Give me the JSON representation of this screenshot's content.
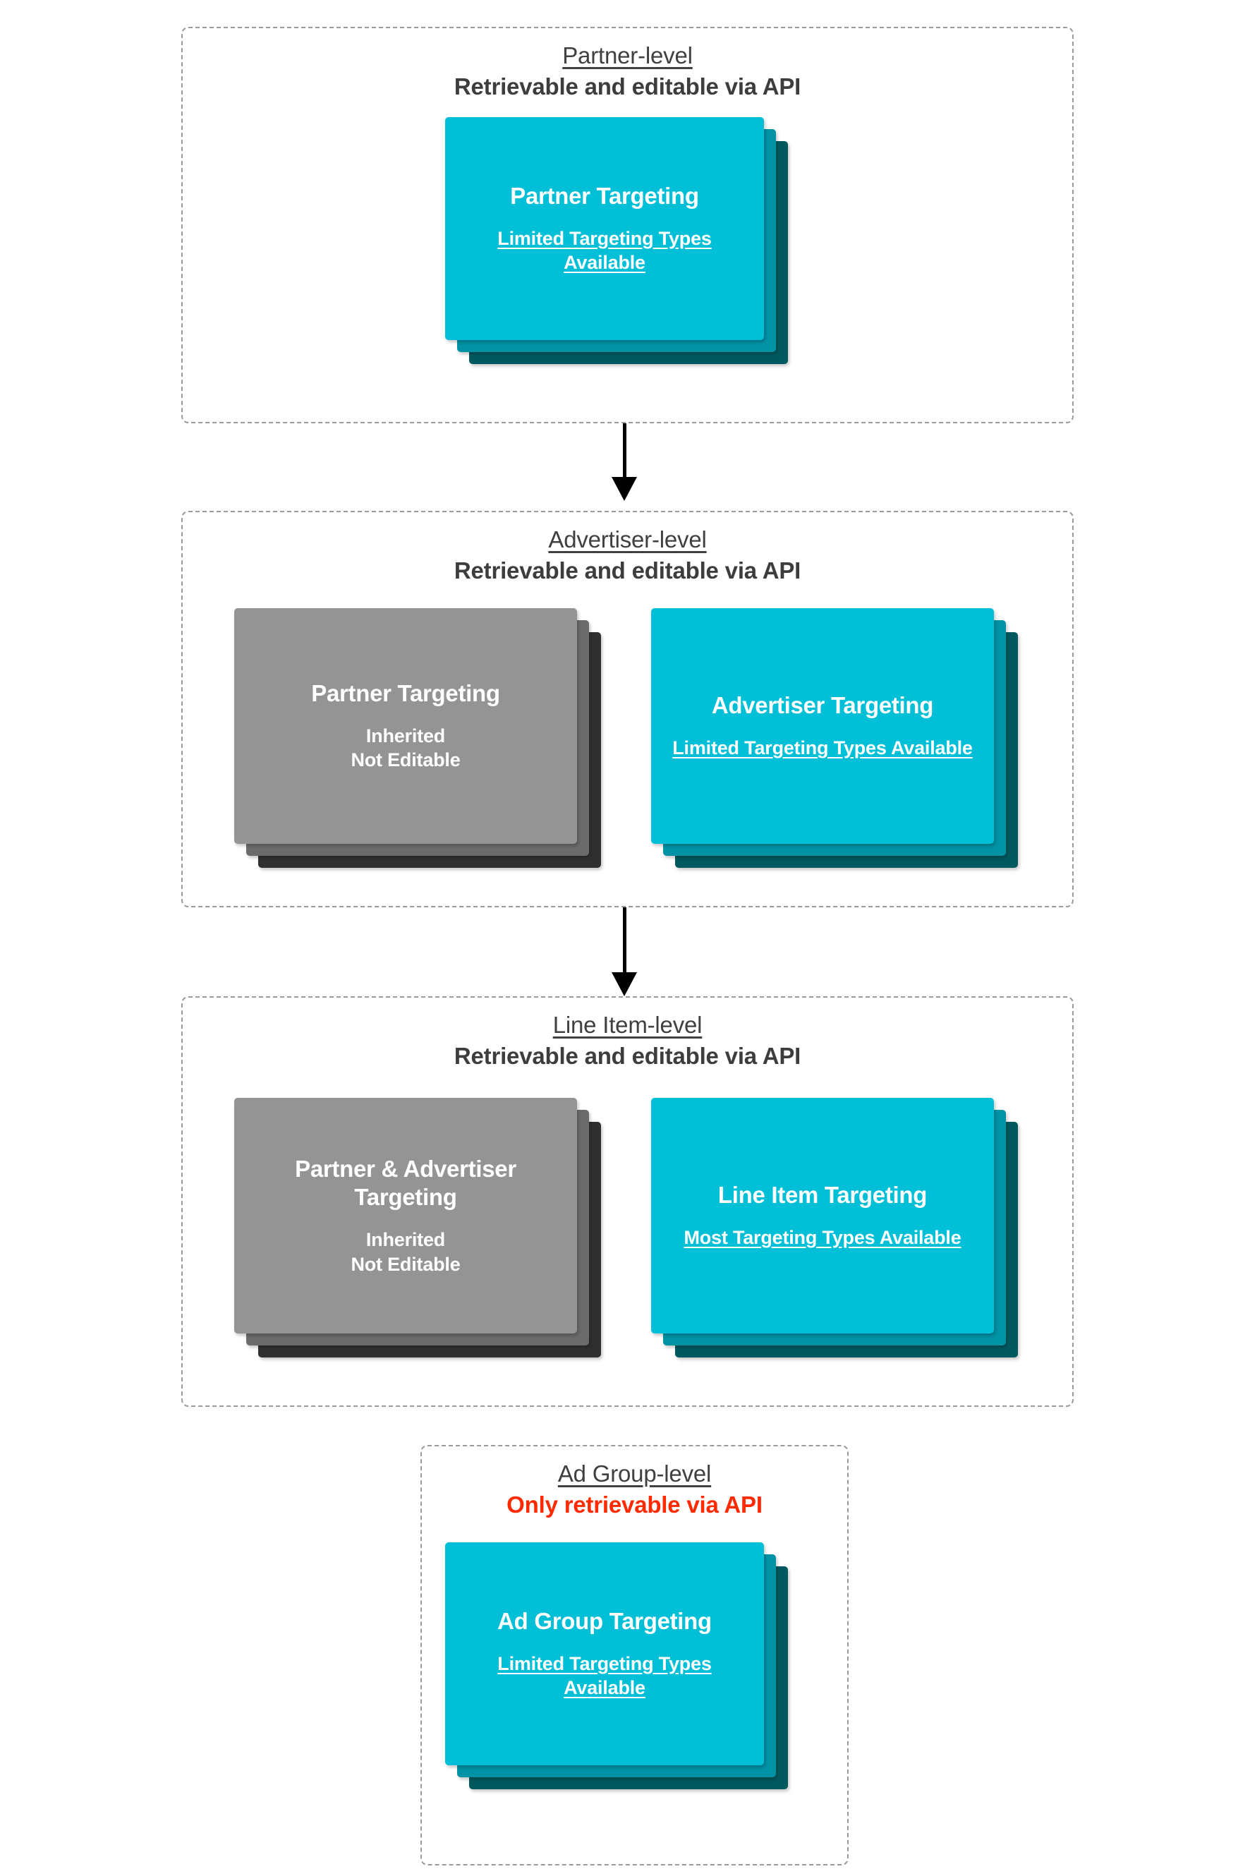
{
  "diagram": {
    "title": "DV360 Targeting Inheritance Hierarchy",
    "colors": {
      "cyan_front": "#00BFD6",
      "cyan_mid": "#0093A6",
      "cyan_back": "#00595F",
      "grey_front": "#949494",
      "grey_mid": "#6B6B6B",
      "grey_back": "#303030",
      "heading_text": "#404040",
      "alert_text": "#FF2A00",
      "dashed_border": "#9A9A9A",
      "arrow": "#000000"
    }
  },
  "levels": [
    {
      "id": "partner-level",
      "title": "Partner-level",
      "subtitle": "Retrievable and editable via API",
      "subtitle_alert": false,
      "cards": [
        {
          "id": "partner-targeting",
          "variant": "cyan",
          "title": "Partner Targeting",
          "note": "Limited Targeting Types Available",
          "note_underlined": true
        }
      ]
    },
    {
      "id": "advertiser-level",
      "title": "Advertiser-level",
      "subtitle": "Retrievable and editable via API",
      "subtitle_alert": false,
      "cards": [
        {
          "id": "partner-targeting-inherited",
          "variant": "grey",
          "title": "Partner Targeting",
          "note": "Inherited\nNot Editable",
          "note_underlined": false
        },
        {
          "id": "advertiser-targeting",
          "variant": "cyan",
          "title": "Advertiser Targeting",
          "note": "Limited Targeting Types Available",
          "note_underlined": true
        }
      ]
    },
    {
      "id": "line-item-level",
      "title": "Line Item-level",
      "subtitle": "Retrievable and editable via API",
      "subtitle_alert": false,
      "cards": [
        {
          "id": "partner-advertiser-targeting-inherited",
          "variant": "grey",
          "title": "Partner & Advertiser Targeting",
          "note": "Inherited\nNot Editable",
          "note_underlined": false
        },
        {
          "id": "line-item-targeting",
          "variant": "cyan",
          "title": "Line Item Targeting",
          "note": "Most Targeting Types Available",
          "note_underlined": true
        }
      ]
    },
    {
      "id": "ad-group-level",
      "title": "Ad Group-level",
      "subtitle": "Only retrievable via API",
      "subtitle_alert": true,
      "cards": [
        {
          "id": "ad-group-targeting",
          "variant": "cyan",
          "title": "Ad Group Targeting",
          "note": "Limited Targeting Types Available",
          "note_underlined": true
        }
      ]
    }
  ],
  "connectors": [
    {
      "id": "arrow-partner-to-advertiser",
      "from": "partner-level",
      "to": "advertiser-level"
    },
    {
      "id": "arrow-advertiser-to-line-item",
      "from": "advertiser-level",
      "to": "line-item-level"
    },
    {
      "id": "arrow-line-item-to-ad-group",
      "from": "line-item-level",
      "to": "ad-group-level"
    }
  ]
}
